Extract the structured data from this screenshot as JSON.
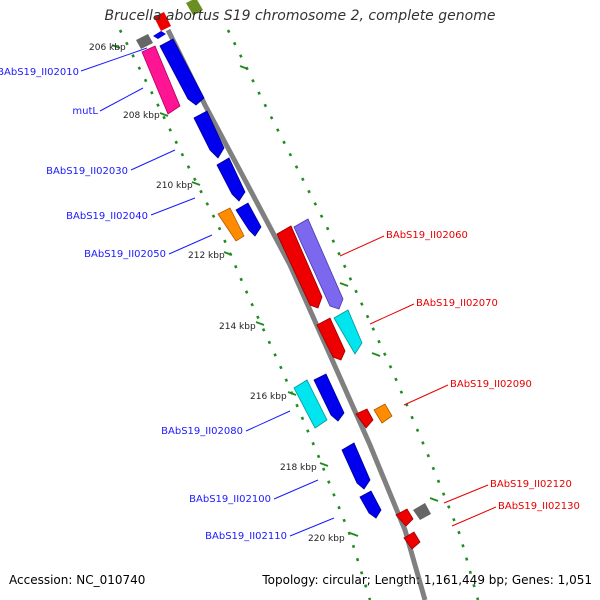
{
  "title": "Brucella abortus S19 chromosome 2, complete genome",
  "footer": {
    "accession": "Accession: NC_010740",
    "topology": "Topology: circular; Length: 1,161,449 bp; Genes: 1,051"
  },
  "colors": {
    "backbone": "#808080",
    "tick": "#228b22",
    "left_label": "#1a1aff",
    "right_label": "#e60000",
    "blue_gene": "#0000ee",
    "magenta_gene": "#ff1493",
    "orange_gene": "#ff8c00",
    "red_gene": "#ee0000",
    "purple_gene": "#7b68ee",
    "cyan_gene": "#00e5ee",
    "gray_gene": "#666666",
    "green_gene": "#6b8e23"
  },
  "kbp_marks": [
    "206 kbp",
    "208 kbp",
    "210 kbp",
    "212 kbp",
    "214 kbp",
    "216 kbp",
    "218 kbp",
    "220 kbp"
  ],
  "left_labels": [
    "BAbS19_II02010",
    "mutL",
    "BAbS19_II02030",
    "BAbS19_II02040",
    "BAbS19_II02050",
    "BAbS19_II02080",
    "BAbS19_II02100",
    "BAbS19_II02110"
  ],
  "right_labels": [
    "BAbS19_II02060",
    "BAbS19_II02070",
    "BAbS19_II02090",
    "BAbS19_II02120",
    "BAbS19_II02130"
  ]
}
